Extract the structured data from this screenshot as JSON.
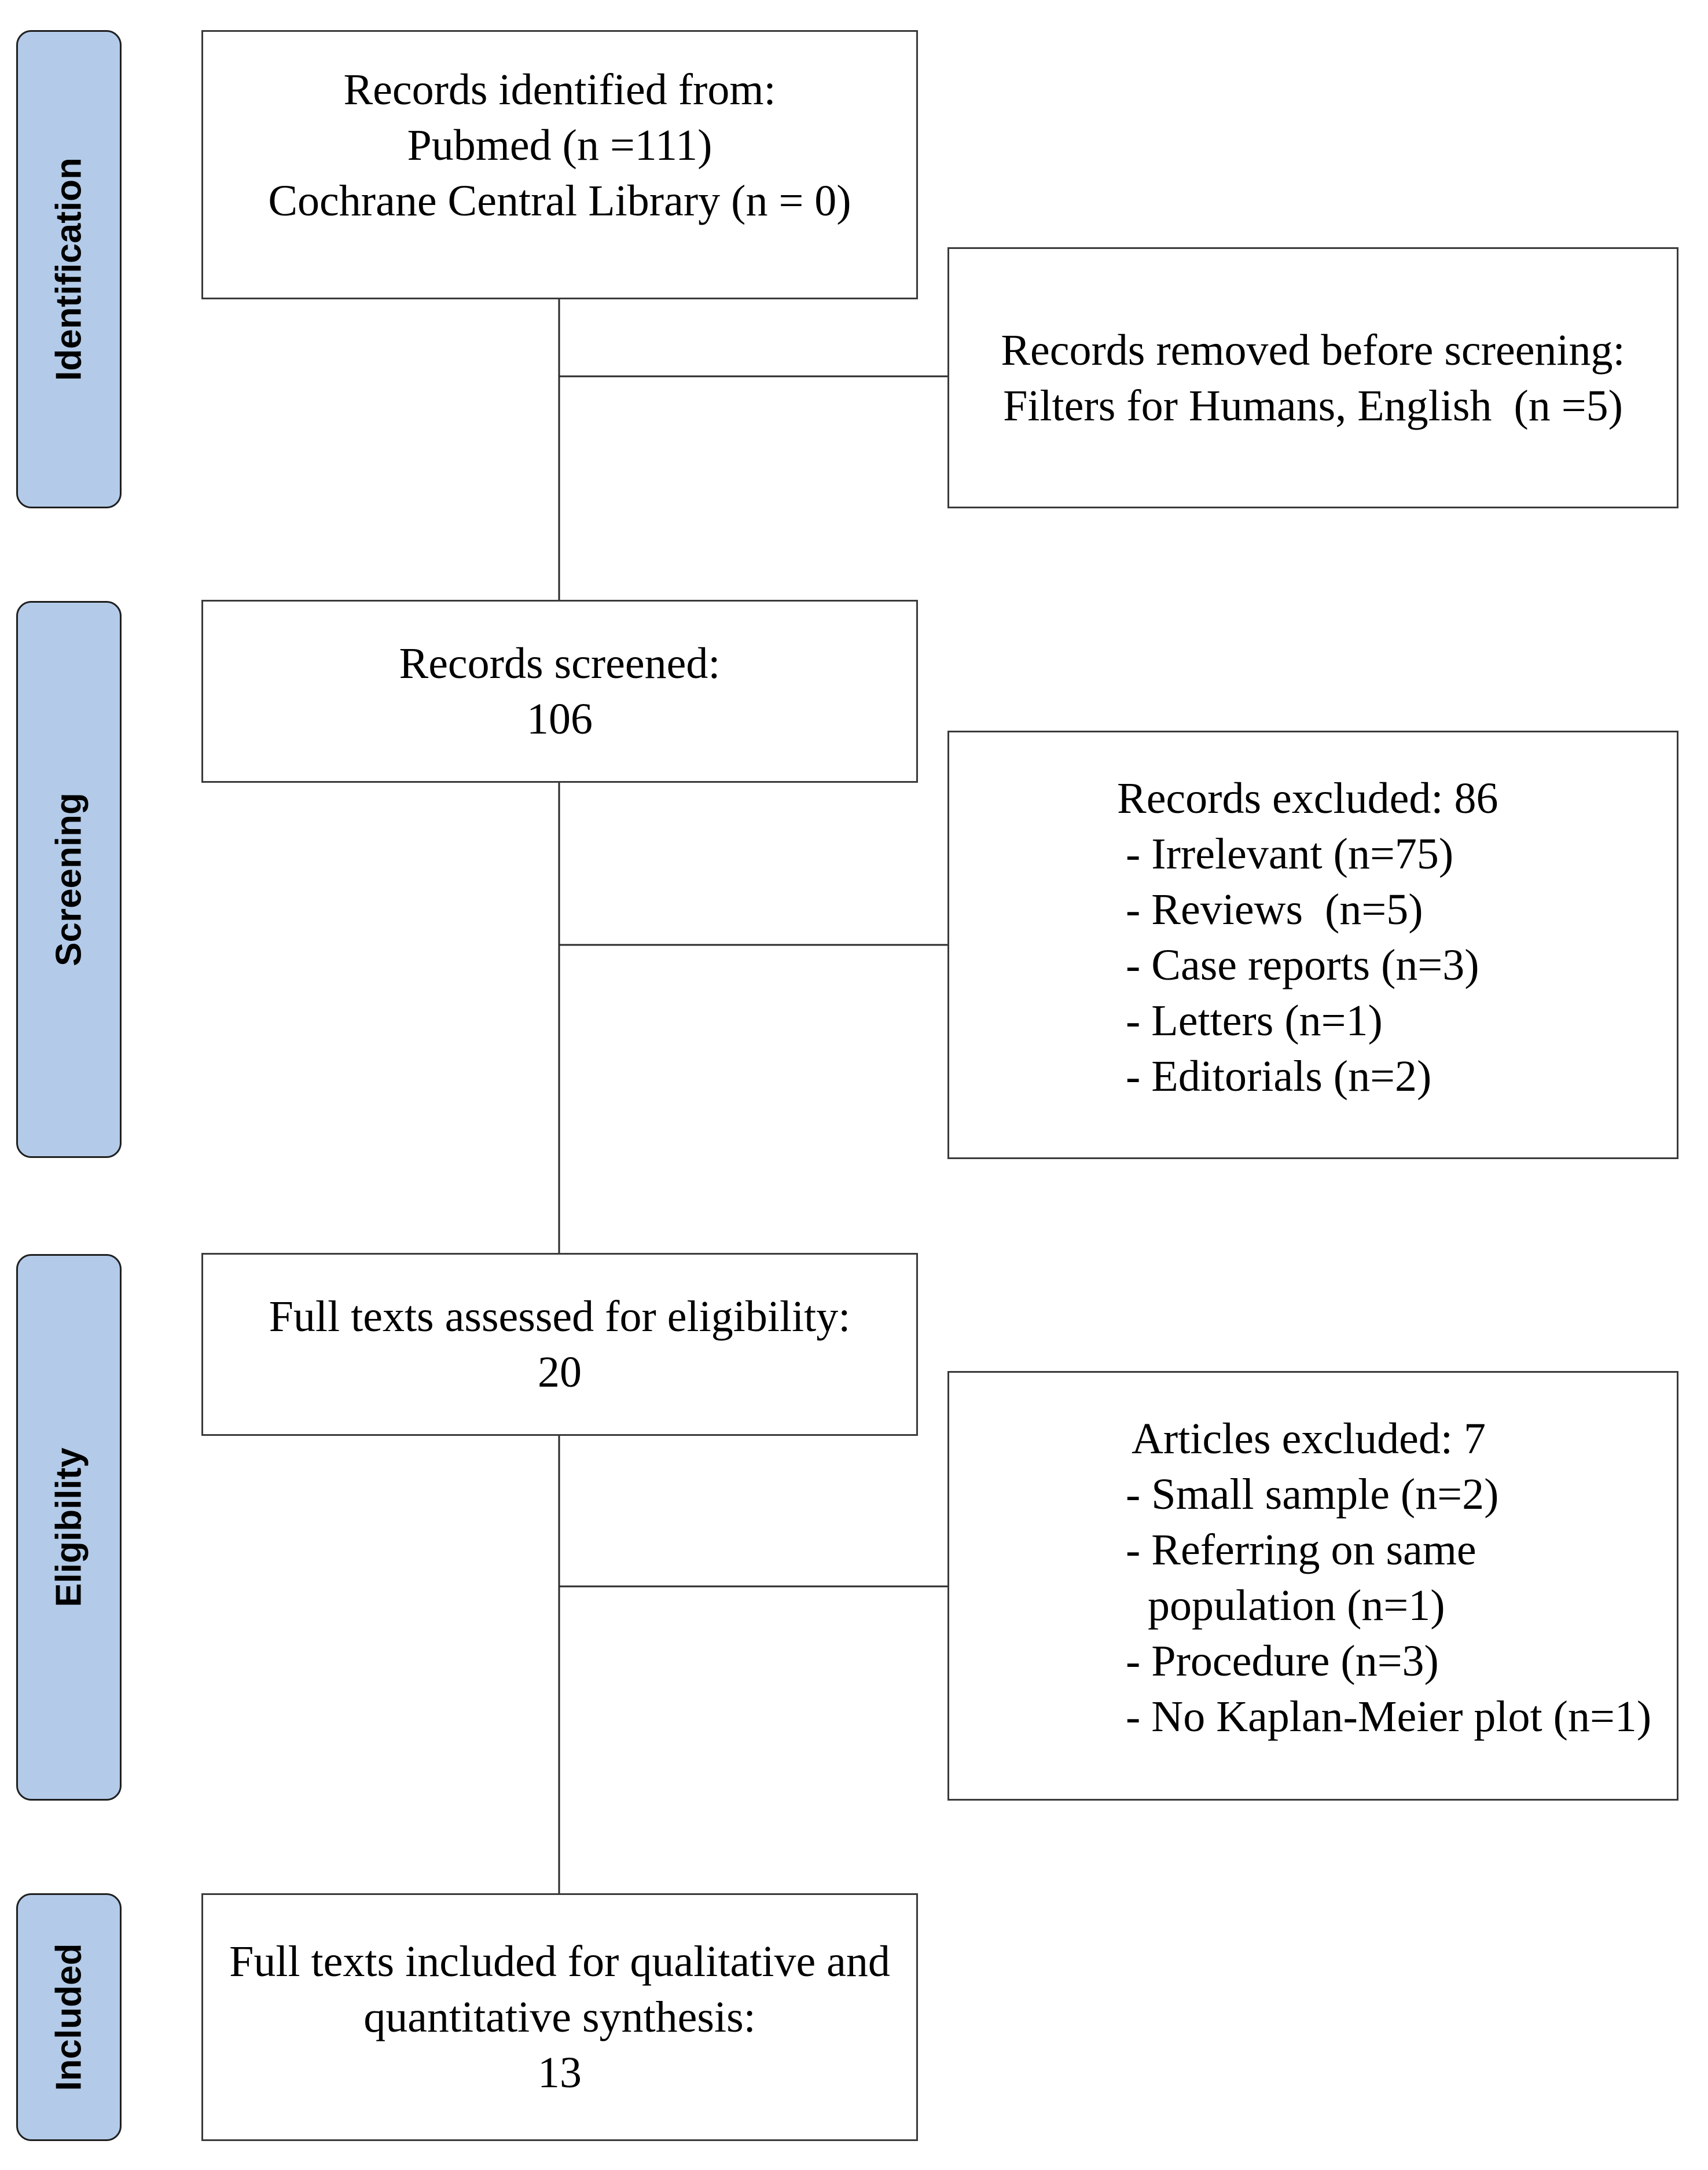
{
  "phases": {
    "identification": "Identification",
    "screening": "Screening",
    "eligibility": "Eligibility",
    "included": "Included"
  },
  "identified": {
    "lines": [
      "Records identified from:",
      "Pubmed (n =111)",
      "Cochrane Central Library (n = 0)"
    ]
  },
  "removed": {
    "lines": [
      "Records removed before screening:",
      "Filters for Humans, English  (n =5)"
    ]
  },
  "screened": {
    "lines": [
      "Records screened:",
      "106"
    ]
  },
  "excluded_records": {
    "heading": "Records excluded: 86",
    "items": [
      "- Irrelevant (n=75)",
      "- Reviews  (n=5)",
      "- Case reports (n=3)",
      "- Letters (n=1)",
      "- Editorials (n=2)"
    ]
  },
  "full_texts": {
    "lines": [
      "Full texts assessed for eligibility:",
      "20"
    ]
  },
  "excluded_articles": {
    "heading": "Articles excluded: 7",
    "items": [
      "- Small sample (n=2)",
      "- Referring on same",
      "  population (n=1)",
      "- Procedure (n=3)",
      "- No Kaplan-Meier plot (n=1)"
    ]
  },
  "included": {
    "lines": [
      "Full texts included for qualitative and",
      "quantitative synthesis:",
      "13"
    ]
  }
}
